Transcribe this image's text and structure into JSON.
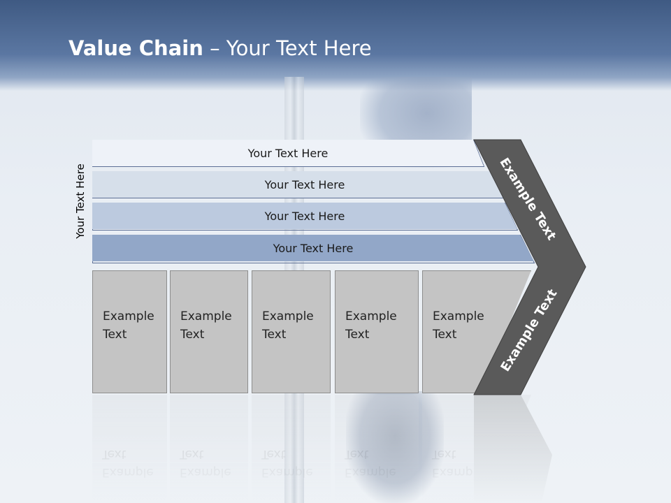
{
  "slide": {
    "title_bold": "Value Chain",
    "title_rest": " – Your Text Here"
  },
  "side_label": "Your Text Here",
  "bars": [
    {
      "label": "Your Text Here",
      "color": "#eef2f8"
    },
    {
      "label": "Your Text Here",
      "color": "#d6dfea"
    },
    {
      "label": "Your Text Here",
      "color": "#bccadf"
    },
    {
      "label": "Your Text Here",
      "color": "#92a7c8"
    }
  ],
  "boxes": [
    {
      "line1": "Example",
      "line2": "Text"
    },
    {
      "line1": "Example",
      "line2": "Text"
    },
    {
      "line1": "Example",
      "line2": "Text"
    },
    {
      "line1": "Example",
      "line2": "Text"
    },
    {
      "line1": "Example",
      "line2": "Text"
    }
  ],
  "chevron": {
    "upper_text": "Example Text",
    "lower_text": "Example Text",
    "color": "#5a5a5a"
  }
}
